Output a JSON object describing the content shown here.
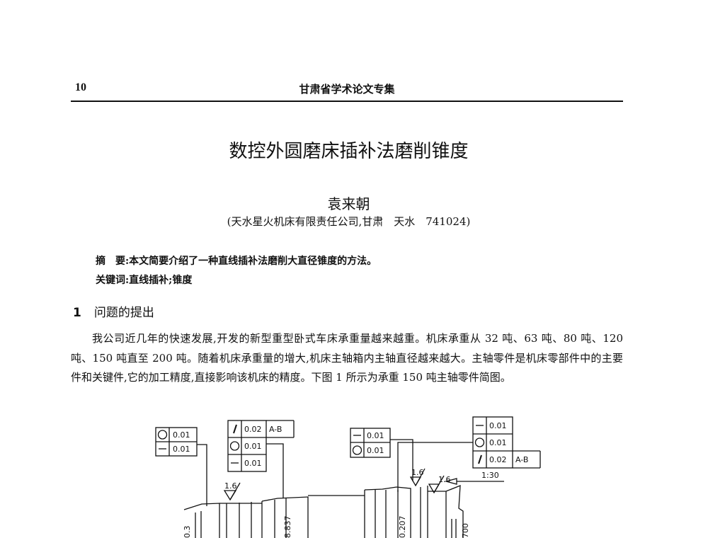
{
  "header": {
    "page_number": "10",
    "journal": "甘肃省学术论文专集"
  },
  "article": {
    "title": "数控外圆磨床插补法磨削锥度",
    "author": "袁来朝",
    "affiliation": "(天水星火机床有限责任公司,甘肃　天水　741024)",
    "abstract": "摘　要:本文简要介绍了一种直线插补法磨削大直径锥度的方法。",
    "keywords": "关键词:直线插补;锥度",
    "section": {
      "number": "1",
      "title": "问题的提出"
    },
    "paragraph": "我公司近几年的快速发展,开发的新型重型卧式车床承重量越来越重。机床承重从 32 吨、63 吨、80 吨、120 吨、150 吨直至 200 吨。随着机床承重量的增大,机床主轴箱内主轴直径越来越大。主轴零件是机床零部件中的主要件和关键件,它的加工精度,直接影响该机床的精度。下图 1 所示为承重 150 吨主轴零件简图。"
  },
  "figure": {
    "frame1": [
      "0.01",
      "0.01"
    ],
    "frame2": [
      "0.02",
      "A-B",
      "0.01",
      "0.01"
    ],
    "frame3": [
      "0.01",
      "0.01"
    ],
    "frame4": [
      "0.01",
      "0.01",
      "0.02",
      "A-B"
    ],
    "roughness": "1.6",
    "taper": "1:30",
    "dims": [
      "0.3",
      "8.837",
      "0.207",
      "700"
    ]
  }
}
